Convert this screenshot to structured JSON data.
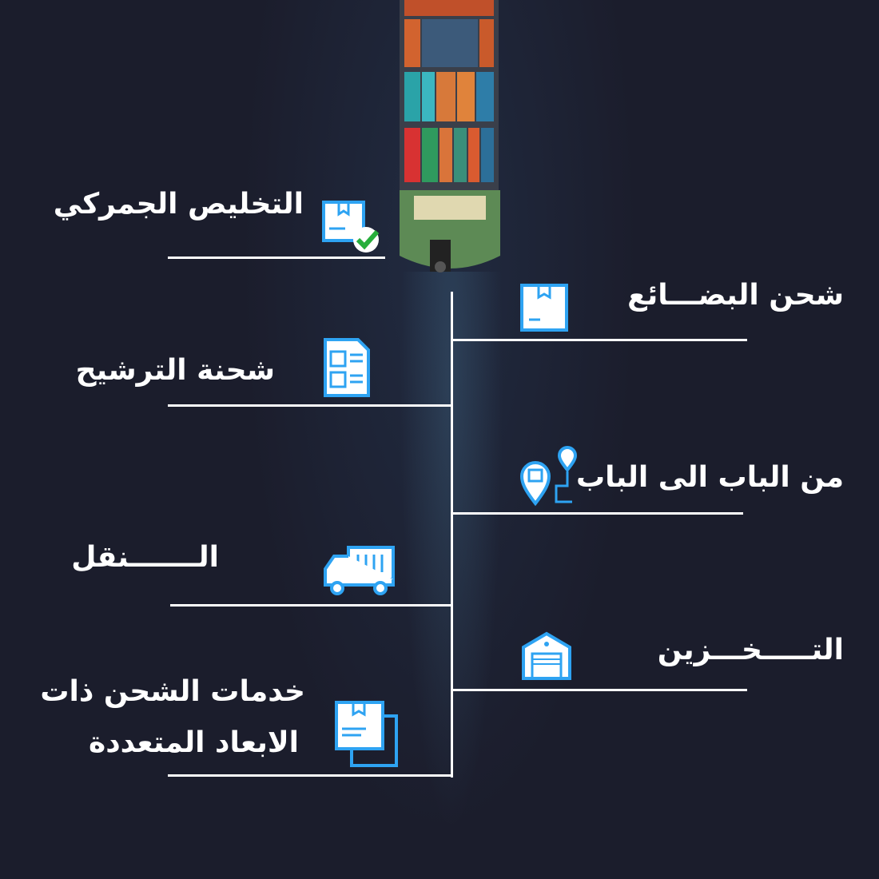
{
  "accent_color": "#2ea3f2",
  "services": [
    {
      "label": "التخليص الجمركي",
      "icon": "customs-check-icon"
    },
    {
      "label": "شحن البضـــائع",
      "icon": "box-icon"
    },
    {
      "label": "شحنة الترشيح",
      "icon": "document-boxes-icon"
    },
    {
      "label": "من الباب الى الباب",
      "icon": "location-route-icon"
    },
    {
      "label": "الـــــــنقل",
      "icon": "truck-icon"
    },
    {
      "label": "التـــــخـــزين",
      "icon": "warehouse-icon"
    },
    {
      "label_line1": "خدمات الشحن ذات",
      "label_line2": "الابعاد المتعددة",
      "icon": "multi-document-icon"
    }
  ]
}
